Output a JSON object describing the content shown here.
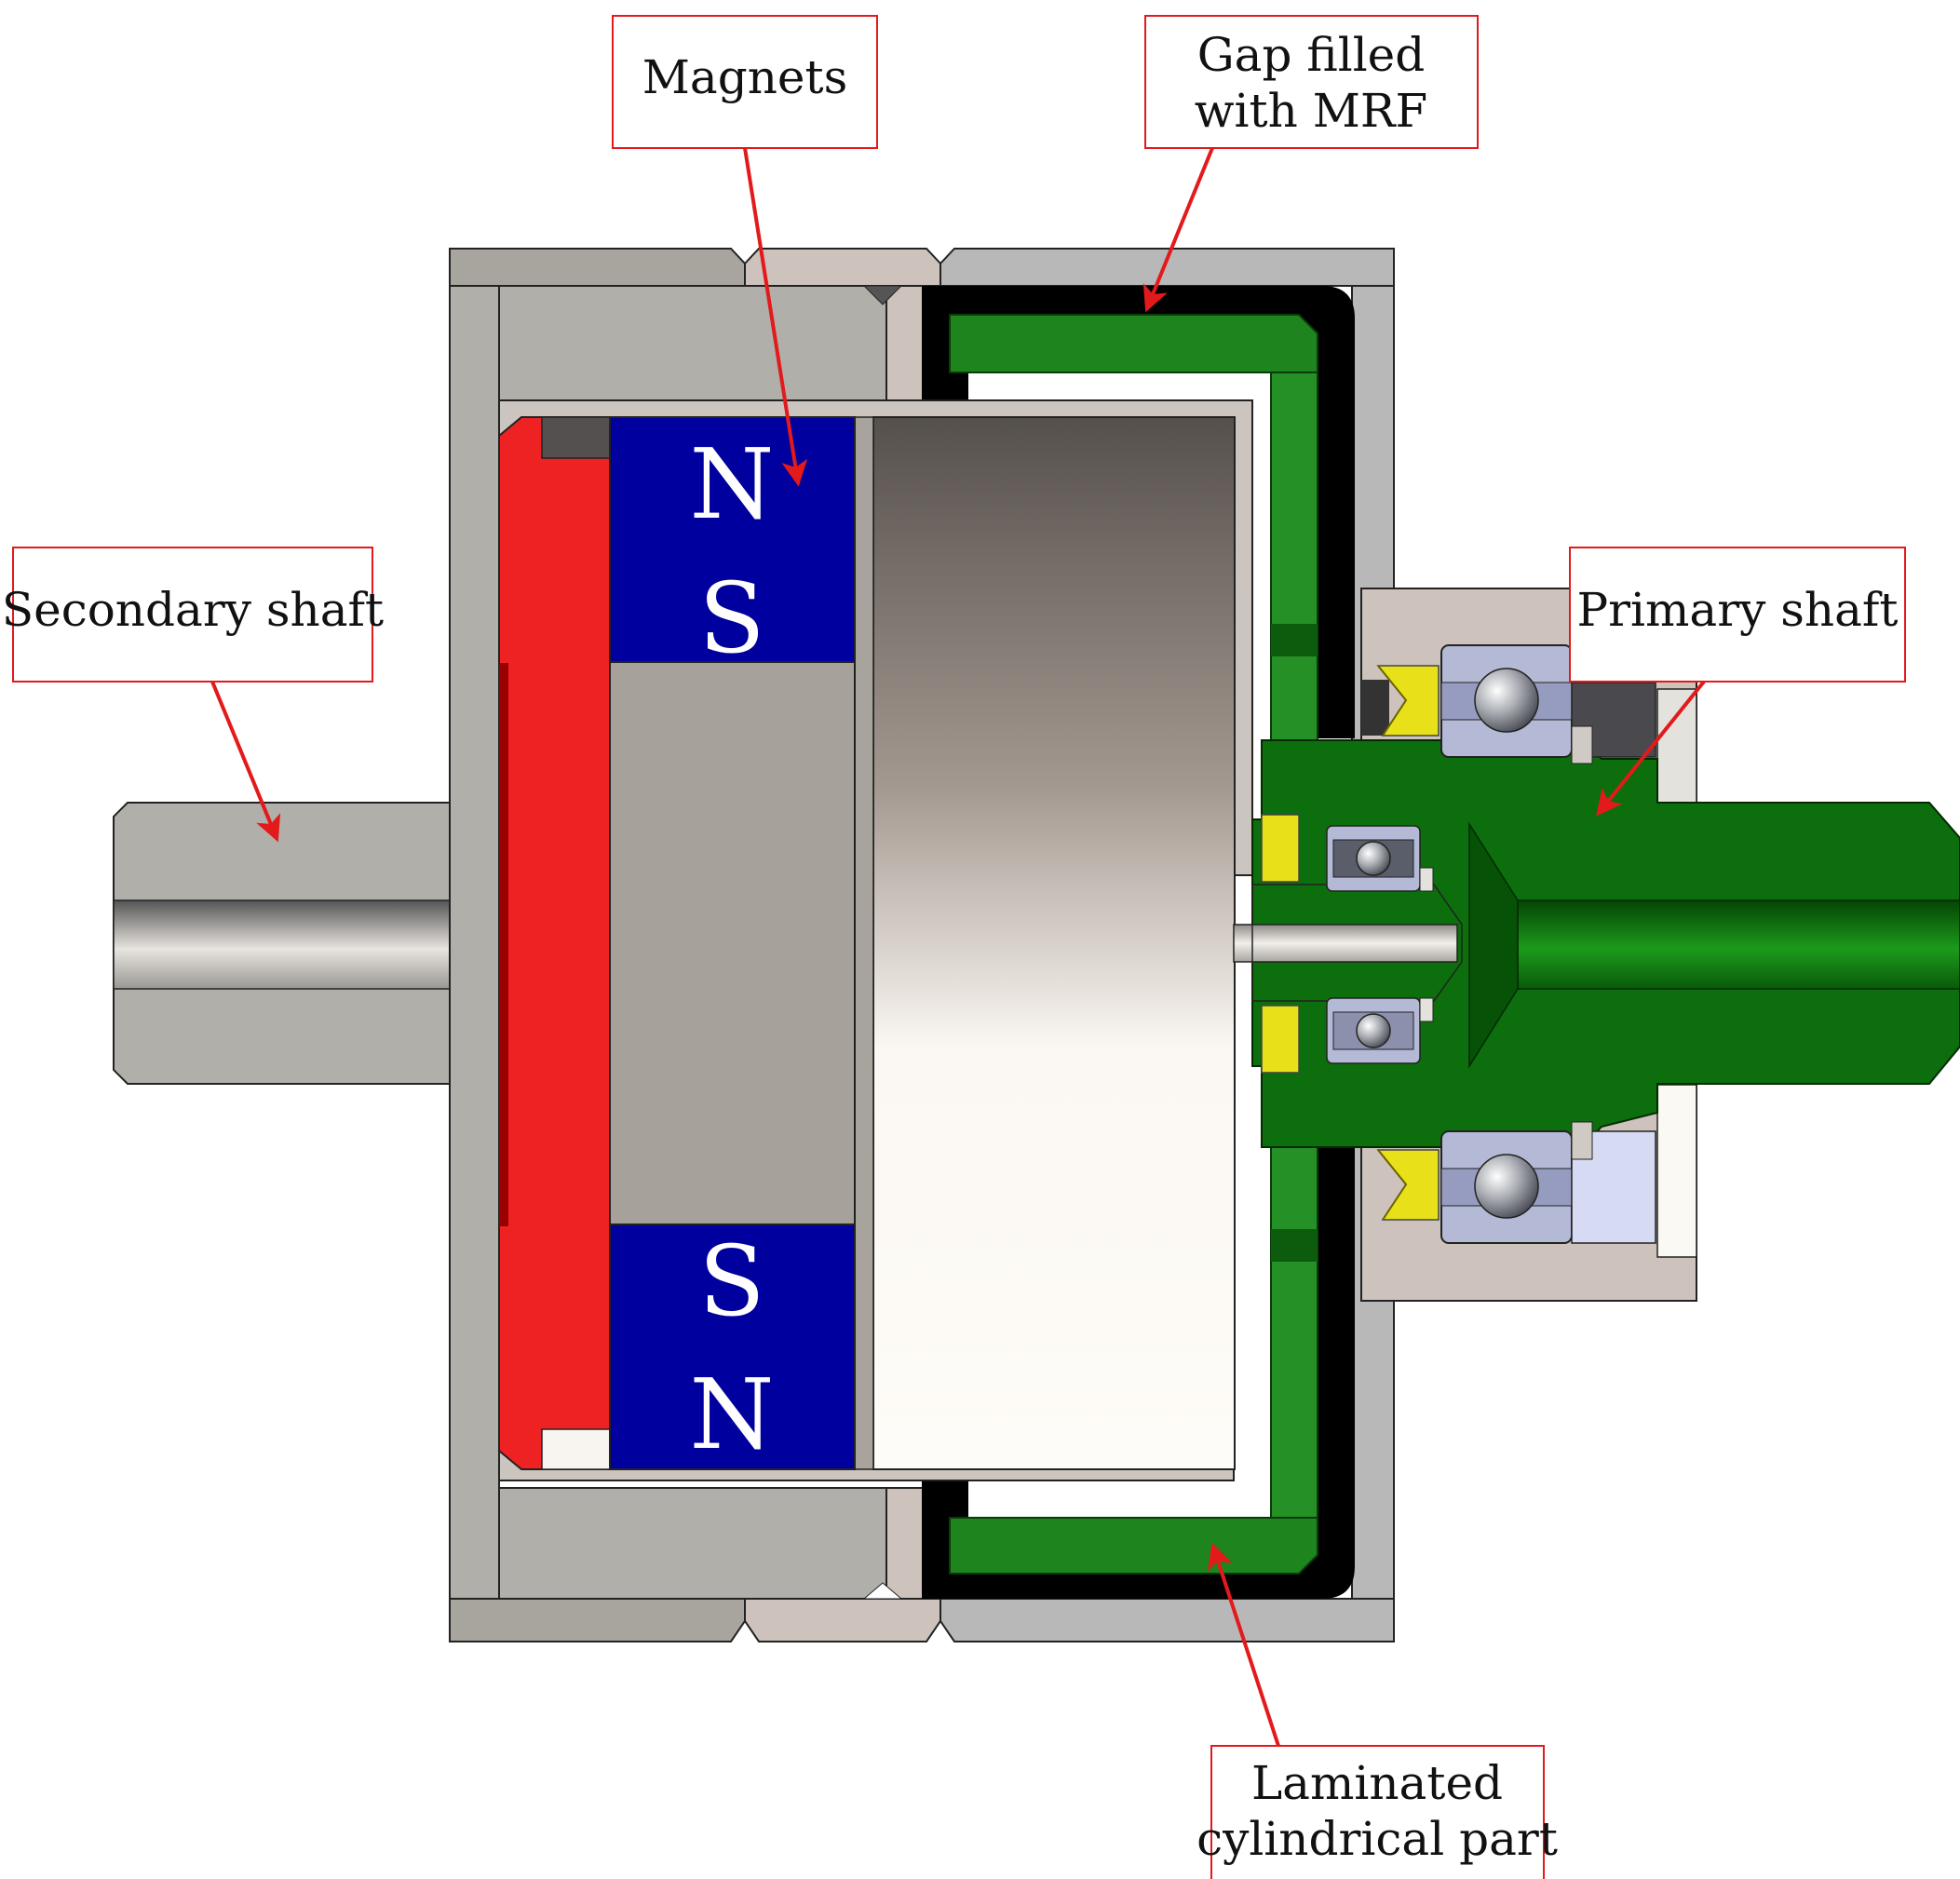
{
  "labels": {
    "magnets": "Magnets",
    "gap_line1": "Gap filled",
    "gap_line2": "with MRF",
    "secondary_shaft": "Secondary shaft",
    "primary_shaft": "Primary shaft",
    "laminated_line1": "Laminated",
    "laminated_line2": "cylindrical part"
  },
  "poles": {
    "top_north": "N",
    "top_south": "S",
    "bottom_south": "S",
    "bottom_north": "N"
  },
  "colors": {
    "callout_red": "#e31a1c",
    "magnet_blue": "#00009e",
    "backplate_red": "#ee2222",
    "mrf_black": "#000000",
    "laminated_green": "#1e8a1e",
    "primary_green": "#0c6e0c",
    "seal_yellow": "#e8e018",
    "housing_gray": "#b0aea8",
    "bearing_blue": "#b4b9d6"
  }
}
